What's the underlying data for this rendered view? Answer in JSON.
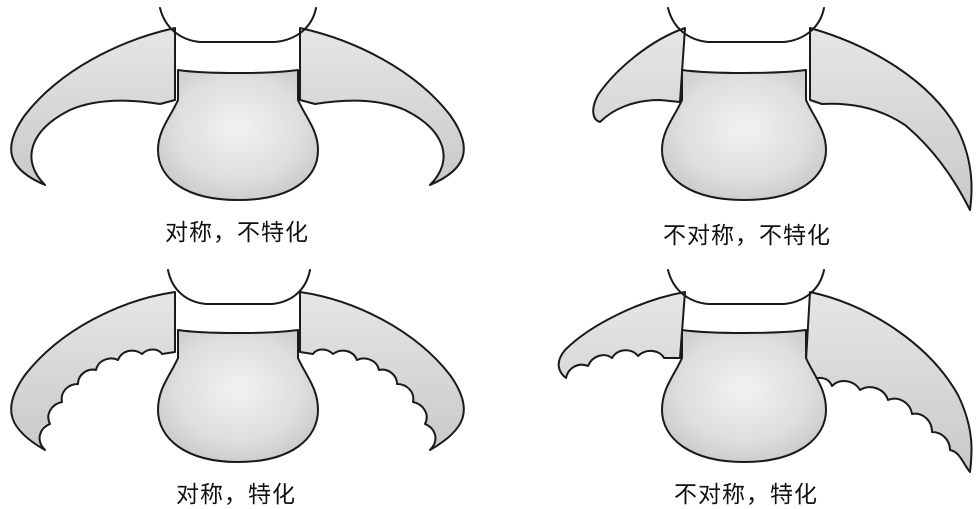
{
  "panels": [
    {
      "id": "top-left",
      "caption": "对称，不特化"
    },
    {
      "id": "top-right",
      "caption": "不对称，不特化"
    },
    {
      "id": "bottom-left",
      "caption": "对称，特化"
    },
    {
      "id": "bottom-right",
      "caption": "不对称，特化"
    }
  ],
  "colors": {
    "outline": "#1a1a1a",
    "fill_light": "#f2f2f2",
    "fill_dark": "#c4c4c4",
    "background": "#ffffff"
  }
}
